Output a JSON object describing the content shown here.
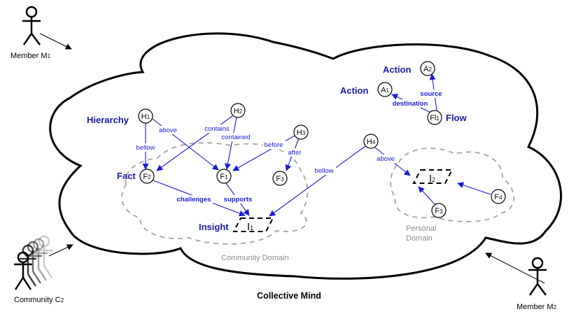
{
  "title": "Collective Mind",
  "actors": {
    "member_m1": {
      "name": "Member M",
      "sub": "1"
    },
    "member_m2": {
      "name": "Member M",
      "sub": "2"
    },
    "community_c2": {
      "name": "Community C",
      "sub": "2"
    }
  },
  "domains": {
    "community": "Community Domain",
    "personal_line1": "Personal",
    "personal_line2": "Domain"
  },
  "type_labels": {
    "hierarchy": "Hierarchy",
    "fact": "Fact",
    "insight": "Insight",
    "action_1": "Action",
    "action_2": "Action",
    "flow": "Flow"
  },
  "nodes": {
    "H1": {
      "letter": "H",
      "sub": "1"
    },
    "H2": {
      "letter": "H",
      "sub": "2"
    },
    "H3": {
      "letter": "H",
      "sub": "3"
    },
    "H4": {
      "letter": "H",
      "sub": "4"
    },
    "F1": {
      "letter": "F",
      "sub": "1"
    },
    "F2": {
      "letter": "F",
      "sub": "2"
    },
    "F3a": {
      "letter": "F",
      "sub": "3"
    },
    "F3b": {
      "letter": "F",
      "sub": "3"
    },
    "F4": {
      "letter": "F",
      "sub": "4"
    },
    "A1": {
      "letter": "A",
      "sub": "1"
    },
    "A2": {
      "letter": "A",
      "sub": "2"
    },
    "Fl1": {
      "letter": "Fl",
      "sub": "1"
    },
    "I1": {
      "letter": "I",
      "sub": "1"
    },
    "I2": {
      "letter": "I",
      "sub": "2"
    }
  },
  "edge_labels": {
    "h1_f2": "bellow",
    "h1_f1": "above",
    "h2_f2": "contains",
    "h2_f1": "contained",
    "h3_f1": "before",
    "h3_f3": "after",
    "h4_i1": "bellow",
    "h4_i2": "above",
    "f2_i1": "challenges",
    "f1_i1": "supports",
    "fl1_a1": "destination",
    "fl1_a2": "source"
  },
  "colors": {
    "edge": "#1a1ad6",
    "type_label": "#1a1aa6",
    "domain_outline": "#aaaaaa",
    "cloud_outline": "#000000"
  }
}
